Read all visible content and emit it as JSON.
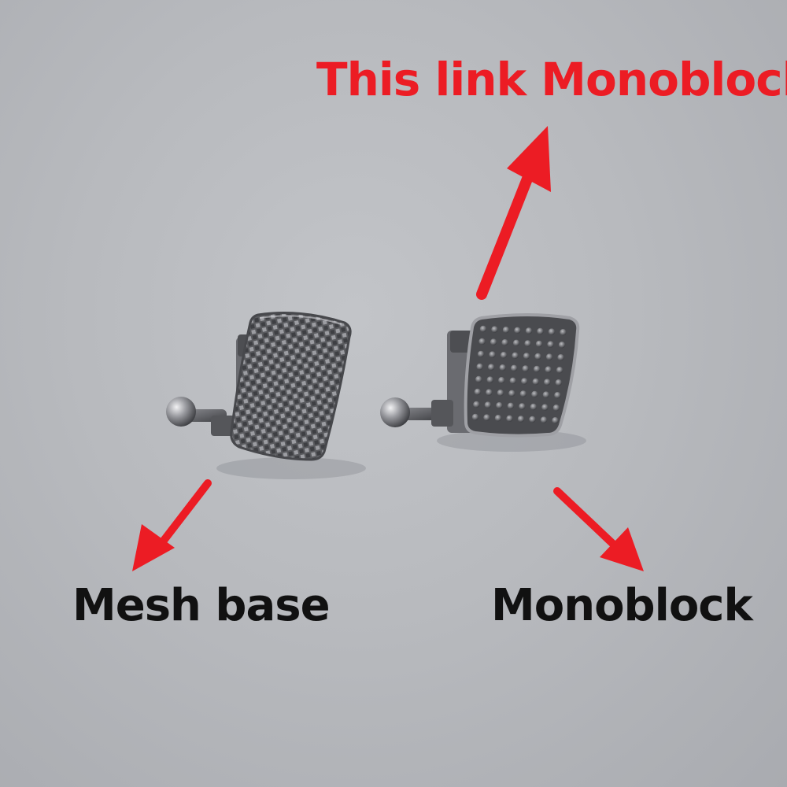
{
  "annotations": {
    "title_label": "This link Monoblock",
    "mesh_label": "Mesh base",
    "monoblock_label": "Monoblock"
  },
  "colors": {
    "accent_red": "#ec1c24",
    "label_black": "#111111",
    "background_gray": "#b9bbbf",
    "metal_dark": "#4a4b4f",
    "metal_light": "#c9cace"
  },
  "objects": {
    "left_bracket": "mesh-base-bracket",
    "right_bracket": "monoblock-bracket"
  }
}
